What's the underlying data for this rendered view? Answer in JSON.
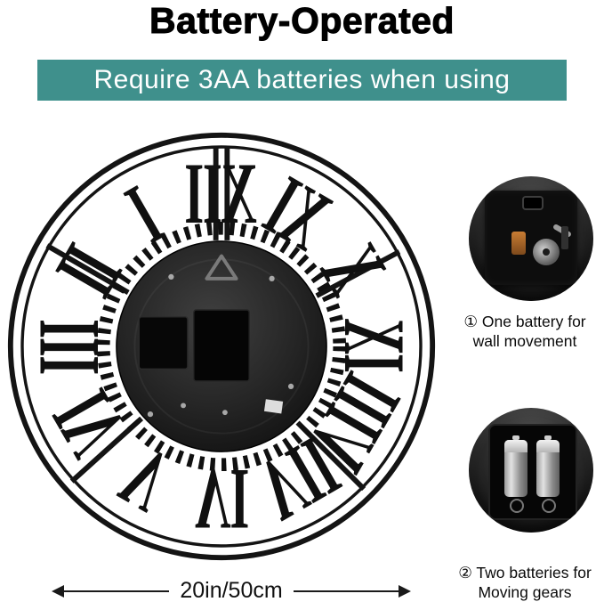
{
  "title": "Battery-Operated",
  "banner": {
    "text": "Require 3AA batteries when using",
    "bg_color": "#3f908c",
    "text_color": "#ffffff"
  },
  "clock": {
    "numerals": [
      "XII",
      "I",
      "II",
      "III",
      "IV",
      "V",
      "VI",
      "VII",
      "VIII",
      "IX",
      "X",
      "XI"
    ]
  },
  "callouts": [
    {
      "line1": "① One battery for",
      "line2": "wall movement"
    },
    {
      "line1": "② Two batteries for",
      "line2": "Moving gears"
    }
  ],
  "dimension_label": "20in/50cm"
}
